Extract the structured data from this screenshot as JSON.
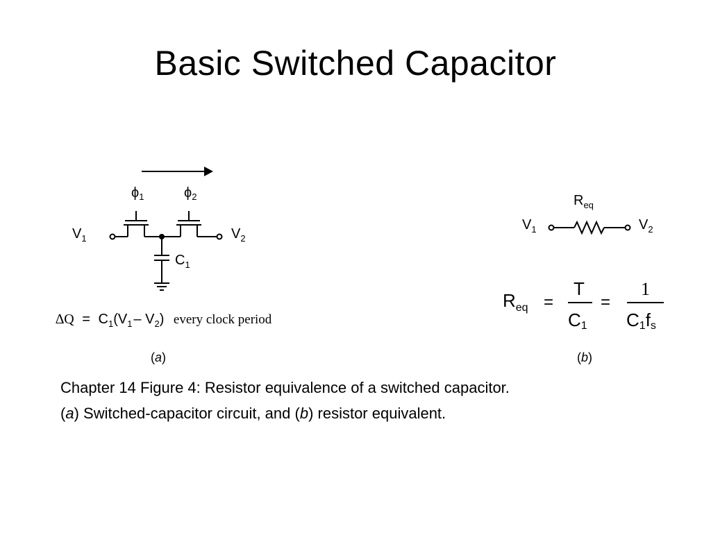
{
  "slide": {
    "title": "Basic Switched Capacitor"
  },
  "figure_a": {
    "phi1_label": "ϕ",
    "phi1_sub": "1",
    "phi2_label": "ϕ",
    "phi2_sub": "2",
    "v1_label": "V",
    "v1_sub": "1",
    "v2_label": "V",
    "v2_sub": "2",
    "cap_label": "C",
    "cap_sub": "1",
    "eq_delta": "∆Q",
    "eq_equals": "=",
    "eq_c": "C",
    "eq_c_sub": "1",
    "eq_open": "(V",
    "eq_v1_sub": "1",
    "eq_minus": "– V",
    "eq_v2_sub": "2",
    "eq_close": ")",
    "eq_words": "every  clock  period",
    "panel_label_open": "(",
    "panel_label_letter": "a",
    "panel_label_close": ")"
  },
  "figure_b": {
    "req_label": "R",
    "req_sub": "eq",
    "v1_label": "V",
    "v1_sub": "1",
    "v2_label": "V",
    "v2_sub": "2",
    "eq_lhs": "R",
    "eq_lhs_sub": "eq",
    "eq_equals1": "=",
    "frac1_num": "T",
    "frac1_den": "C",
    "frac1_den_sub": "1",
    "eq_equals2": "=",
    "frac2_num": "1",
    "frac2_den_c": "C",
    "frac2_den_c_sub": "1",
    "frac2_den_f": "f",
    "frac2_den_f_sub": "s",
    "panel_label_open": "(",
    "panel_label_letter": "b",
    "panel_label_close": ")"
  },
  "caption": {
    "line1": "Chapter 14 Figure 4: Resistor equivalence of a switched capacitor.",
    "line2_open_a": "(",
    "line2_a": "a",
    "line2_mid": ") Switched-capacitor circuit, and (",
    "line2_b": "b",
    "line2_end": ") resistor equivalent."
  }
}
